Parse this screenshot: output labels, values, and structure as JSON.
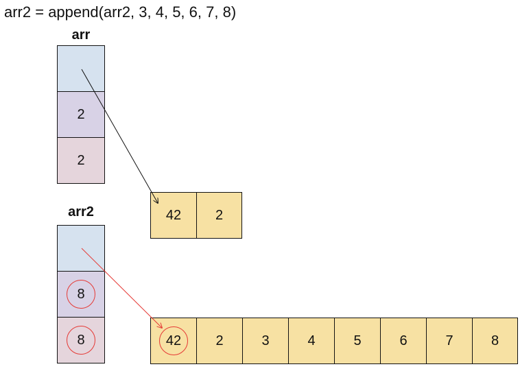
{
  "caption": "arr2 = append(arr2, 3, 4, 5, 6, 7, 8)",
  "arr": {
    "label": "arr",
    "len": "2",
    "cap": "2",
    "backing": [
      "42",
      "2"
    ]
  },
  "arr2": {
    "label": "arr2",
    "len": "8",
    "cap": "8",
    "backing": [
      "42",
      "2",
      "3",
      "4",
      "5",
      "6",
      "7",
      "8"
    ]
  },
  "colors": {
    "pointer_cell": "#d6e2ef",
    "len_cell": "#d8d2e6",
    "cap_cell": "#e5d5dc",
    "array_cell": "#f7e1a3",
    "highlight": "#e53935",
    "arrow_arr": "#111111",
    "arrow_arr2": "#e53935"
  }
}
